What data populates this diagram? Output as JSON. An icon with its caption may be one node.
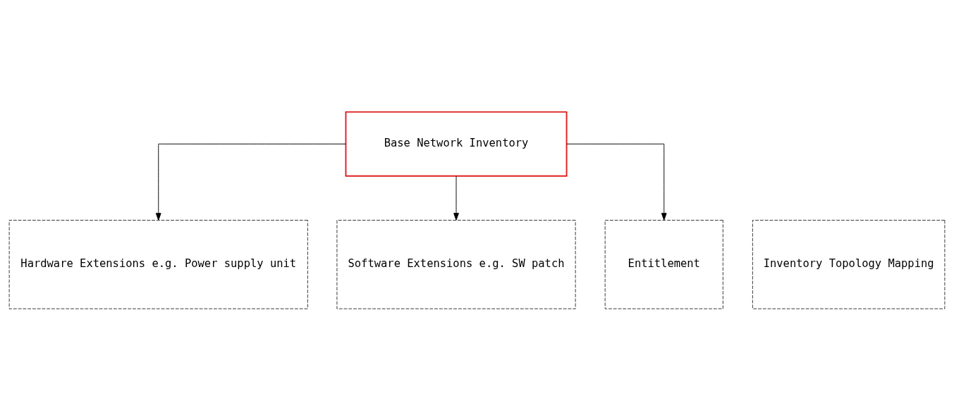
{
  "diagram": {
    "nodes": [
      {
        "text": [
          "Base Network Inventory"
        ]
      },
      {
        "text": [
          "Hardware Extensions e.g. Power supply unit"
        ]
      },
      {
        "text": [
          "Software Extensions e.g. SW patch"
        ]
      },
      {
        "text": [
          "Entitlement"
        ]
      },
      {
        "text": [
          "Inventory Topology Mapping"
        ]
      }
    ],
    "edges": [
      {
        "from": 0,
        "to": 1,
        "arrow": "to"
      },
      {
        "from": 0,
        "to": 2,
        "arrow": "to"
      },
      {
        "from": 0,
        "to": 3,
        "arrow": "to"
      }
    ]
  }
}
